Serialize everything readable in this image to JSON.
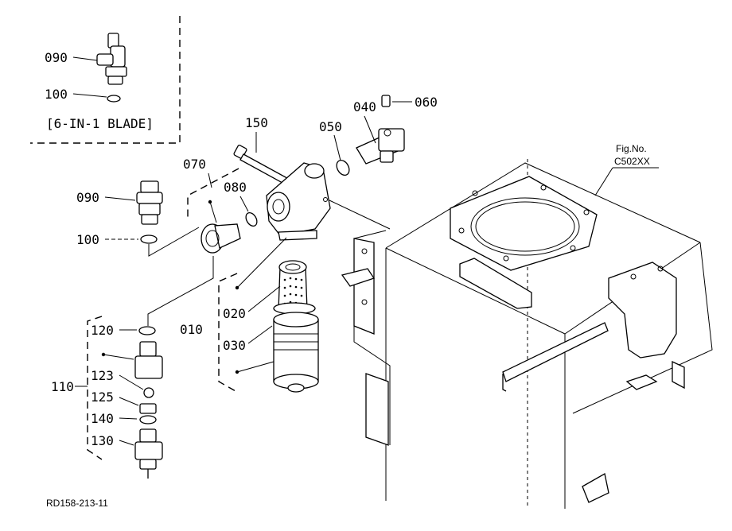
{
  "labels": {
    "p090_top": "090",
    "p100_top": "100",
    "blade": "[6-IN-1 BLADE]",
    "p150": "150",
    "p040": "040",
    "p060": "060",
    "p050": "050",
    "p070": "070",
    "p080": "080",
    "p090": "090",
    "p100": "100",
    "p020": "020",
    "p010": "010",
    "p030": "030",
    "p120": "120",
    "p110": "110",
    "p123": "123",
    "p125": "125",
    "p140": "140",
    "p130": "130",
    "fig_no": "Fig.No.",
    "fig_ref": "C502XX",
    "drawing_id": "RD158-213-11"
  }
}
